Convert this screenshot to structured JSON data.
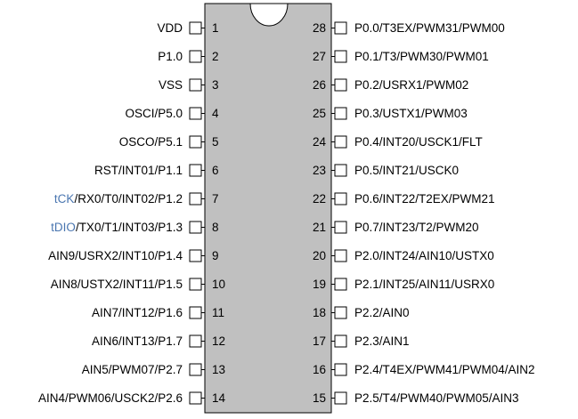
{
  "chip": {
    "body_color": "#c0c0c0",
    "highlight_color": "#4a76b0",
    "left_pins": [
      {
        "num": "1",
        "label": "VDD"
      },
      {
        "num": "2",
        "label": "P1.0"
      },
      {
        "num": "3",
        "label": "VSS"
      },
      {
        "num": "4",
        "label": "OSCI/P5.0"
      },
      {
        "num": "5",
        "label": "OSCO/P5.1"
      },
      {
        "num": "6",
        "label": "RST/INT01/P1.1"
      },
      {
        "num": "7",
        "label": "/RX0/T0/INT02/P1.2",
        "prefix": "tCK"
      },
      {
        "num": "8",
        "label": "/TX0/T1/INT03/P1.3",
        "prefix": "tDIO"
      },
      {
        "num": "9",
        "label": "AIN9/USRX2/INT10/P1.4"
      },
      {
        "num": "10",
        "label": "AIN8/USTX2/INT11/P1.5"
      },
      {
        "num": "11",
        "label": "AIN7/INT12/P1.6"
      },
      {
        "num": "12",
        "label": "AIN6/INT13/P1.7"
      },
      {
        "num": "13",
        "label": "AIN5/PWM07/P2.7"
      },
      {
        "num": "14",
        "label": "AIN4/PWM06/USCK2/P2.6"
      }
    ],
    "right_pins": [
      {
        "num": "28",
        "label": "P0.0/T3EX/PWM31/PWM00"
      },
      {
        "num": "27",
        "label": "P0.1/T3/PWM30/PWM01"
      },
      {
        "num": "26",
        "label": "P0.2/USRX1/PWM02"
      },
      {
        "num": "25",
        "label": "P0.3/USTX1/PWM03"
      },
      {
        "num": "24",
        "label": "P0.4/INT20/USCK1/FLT"
      },
      {
        "num": "23",
        "label": "P0.5/INT21/USCK0"
      },
      {
        "num": "22",
        "label": "P0.6/INT22/T2EX/PWM21"
      },
      {
        "num": "21",
        "label": "P0.7/INT23/T2/PWM20"
      },
      {
        "num": "20",
        "label": "P2.0/INT24/AIN10/USTX0"
      },
      {
        "num": "19",
        "label": "P2.1/INT25/AIN11/USRX0"
      },
      {
        "num": "18",
        "label": "P2.2/AIN0"
      },
      {
        "num": "17",
        "label": "P2.3/AIN1"
      },
      {
        "num": "16",
        "label": "P2.4/T4EX/PWM41/PWM04/AIN2"
      },
      {
        "num": "15",
        "label": "P2.5/T4/PWM40/PWM05/AIN3"
      }
    ]
  }
}
